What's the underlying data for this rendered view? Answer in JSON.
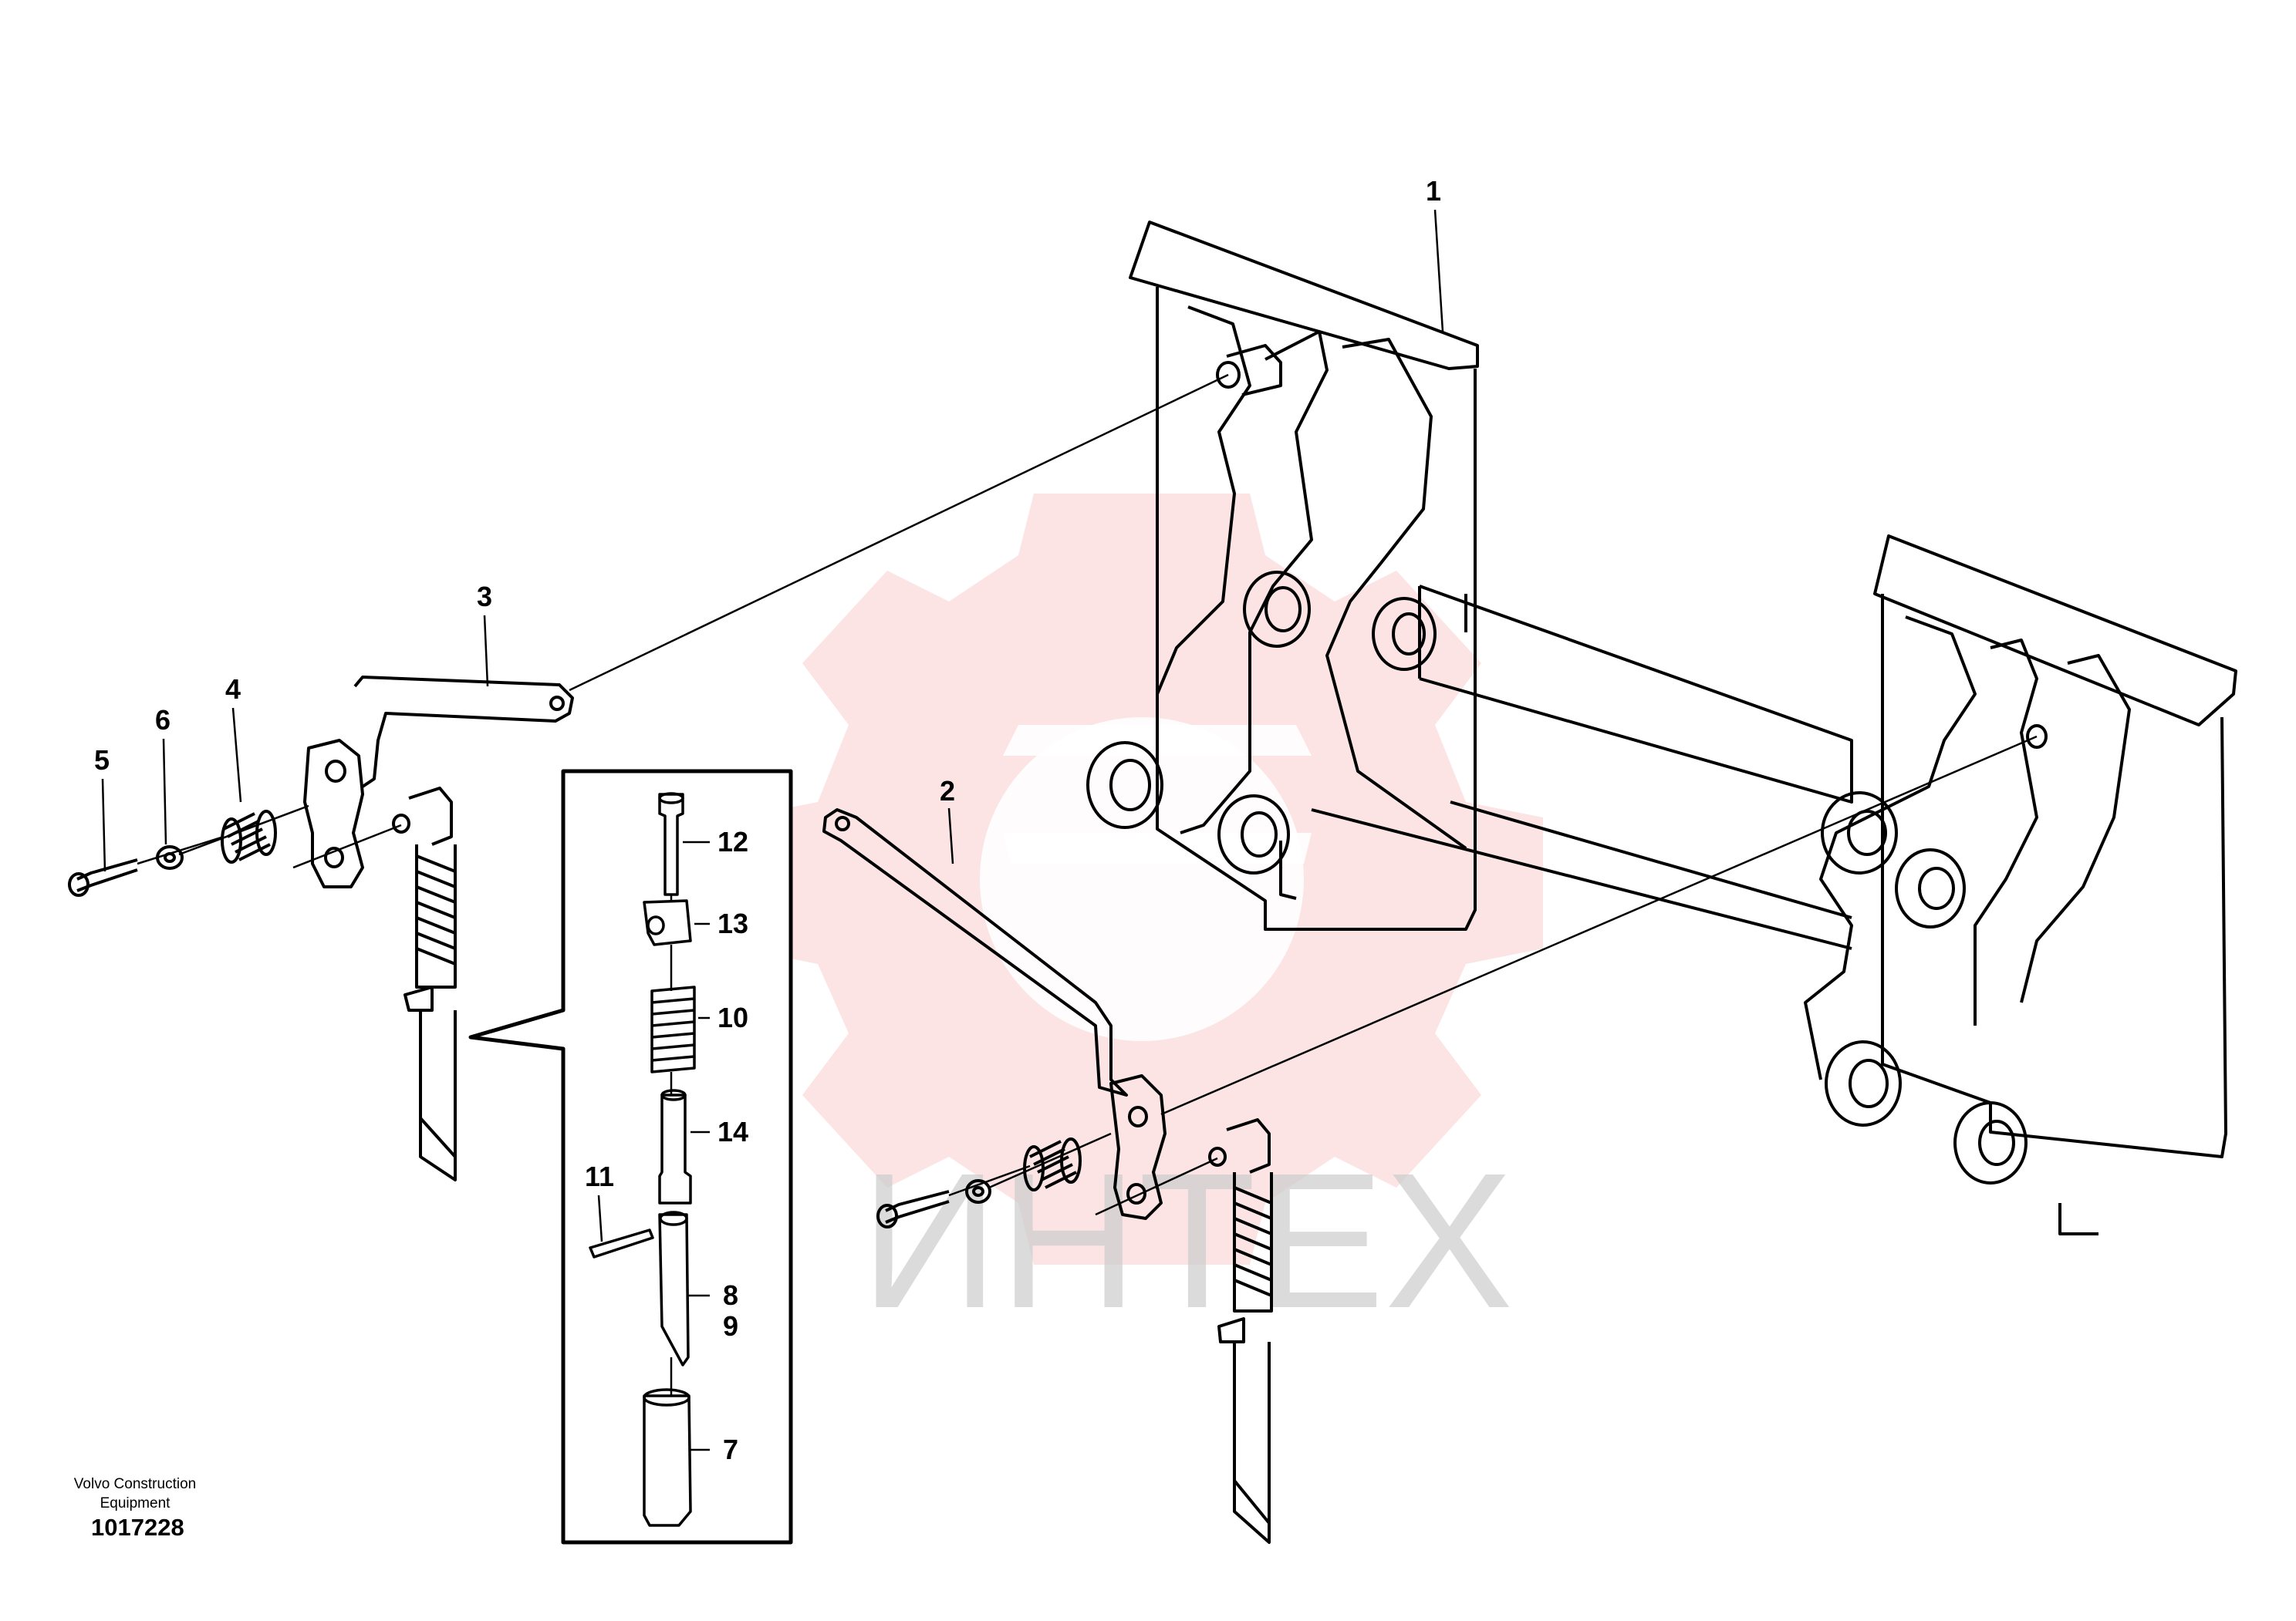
{
  "colors": {
    "line": "#000000",
    "watermark_red": "#f29a9a",
    "watermark_gray": "#cccccc"
  },
  "watermark": {
    "brand_text": "ИНТЕХ",
    "logo_icon": "gear-logo-icon"
  },
  "callouts": {
    "p1": "1",
    "p2": "2",
    "p3": "3",
    "p4": "4",
    "p5": "5",
    "p6": "6",
    "p7": "7",
    "p8": "8",
    "p9": "9",
    "p10": "10",
    "p11": "11",
    "p12": "12",
    "p13": "13",
    "p14": "14"
  },
  "footer": {
    "maker_line1": "Volvo Construction",
    "maker_line2": "Equipment",
    "drawing_number": "1017228"
  }
}
